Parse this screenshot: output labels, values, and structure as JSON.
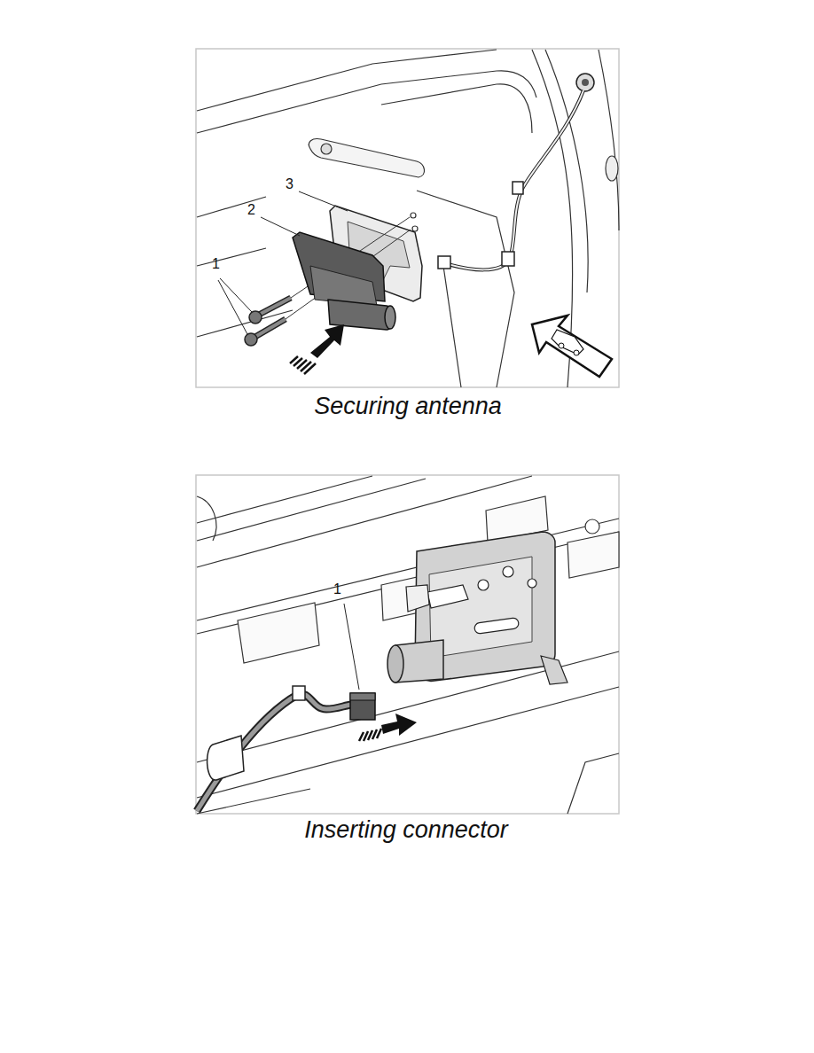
{
  "diagram": {
    "labels": [
      "3",
      "2",
      "1",
      "Securing antenna",
      "1",
      "Inserting connector"
    ]
  }
}
